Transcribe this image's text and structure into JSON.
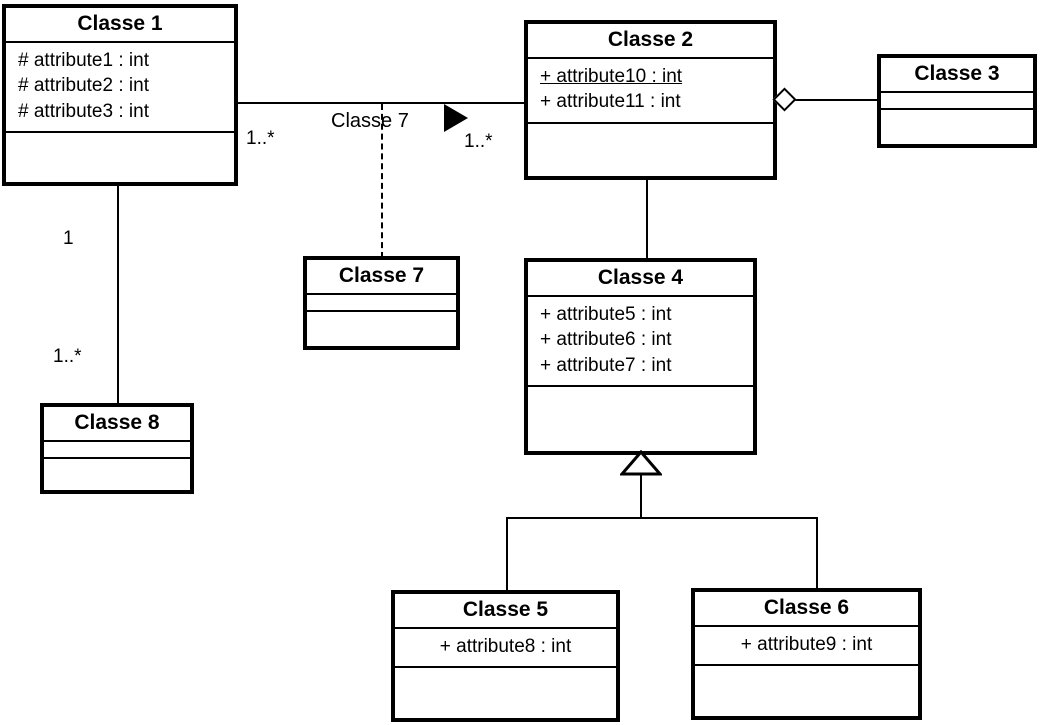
{
  "diagram": {
    "type": "uml-class-diagram",
    "title": "UML Class Diagram",
    "background": "#ffffff",
    "line_color": "#000000"
  },
  "classes": {
    "classe1": {
      "name": "Classe 1",
      "attributes": [
        {
          "text": "# attribute1 : int",
          "visibility": "protected",
          "static": false
        },
        {
          "text": "# attribute2 : int",
          "visibility": "protected",
          "static": false
        },
        {
          "text": "# attribute3 : int",
          "visibility": "protected",
          "static": false
        }
      ],
      "operations": []
    },
    "classe2": {
      "name": "Classe 2",
      "attributes": [
        {
          "text": "+ attribute10 : int",
          "visibility": "public",
          "static": true
        },
        {
          "text": "+ attribute11 : int",
          "visibility": "public",
          "static": false
        }
      ],
      "operations": []
    },
    "classe3": {
      "name": "Classe 3",
      "attributes": [],
      "operations": []
    },
    "classe4": {
      "name": "Classe 4",
      "attributes": [
        {
          "text": "+ attribute5 : int",
          "visibility": "public",
          "static": false
        },
        {
          "text": "+ attribute6 : int",
          "visibility": "public",
          "static": false
        },
        {
          "text": "+ attribute7 : int",
          "visibility": "public",
          "static": false
        }
      ],
      "operations": []
    },
    "classe5": {
      "name": "Classe 5",
      "attributes": [
        {
          "text": "+ attribute8 : int",
          "visibility": "public",
          "static": false
        }
      ],
      "operations": []
    },
    "classe6": {
      "name": "Classe 6",
      "attributes": [
        {
          "text": "+ attribute9 : int",
          "visibility": "public",
          "static": false
        }
      ],
      "operations": []
    },
    "classe7": {
      "name": "Classe 7",
      "attributes": [],
      "operations": []
    },
    "classe8": {
      "name": "Classe 8",
      "attributes": [],
      "operations": []
    }
  },
  "relationships": {
    "assoc_1_2": {
      "kind": "association",
      "from": "Classe 1",
      "to": "Classe 2",
      "label": "Classe 7",
      "direction_marker": "filled-triangle",
      "source_multiplicity": "1..*",
      "target_multiplicity": "1..*"
    },
    "assoc_class_7": {
      "kind": "association-class-link",
      "style": "dashed",
      "from": "assoc_1_2",
      "to": "Classe 7"
    },
    "aggregation_2_3": {
      "kind": "aggregation",
      "from": "Classe 2",
      "to": "Classe 3",
      "diamond": "hollow"
    },
    "assoc_2_4": {
      "kind": "association",
      "from": "Classe 2",
      "to": "Classe 4"
    },
    "generalization_5_4": {
      "kind": "generalization",
      "from": "Classe 5",
      "to": "Classe 4",
      "arrow": "hollow-triangle"
    },
    "generalization_6_4": {
      "kind": "generalization",
      "from": "Classe 6",
      "to": "Classe 4",
      "arrow": "hollow-triangle"
    },
    "assoc_1_8": {
      "kind": "association",
      "from": "Classe 1",
      "to": "Classe 8",
      "source_multiplicity": "1",
      "target_multiplicity": "1..*"
    }
  },
  "labels": {
    "mult_c1_right": "1..*",
    "mult_c2_left": "1..*",
    "assoc_name_c7": "Classe 7",
    "mult_c1_bottom": "1",
    "mult_c8_top": "1..*"
  }
}
